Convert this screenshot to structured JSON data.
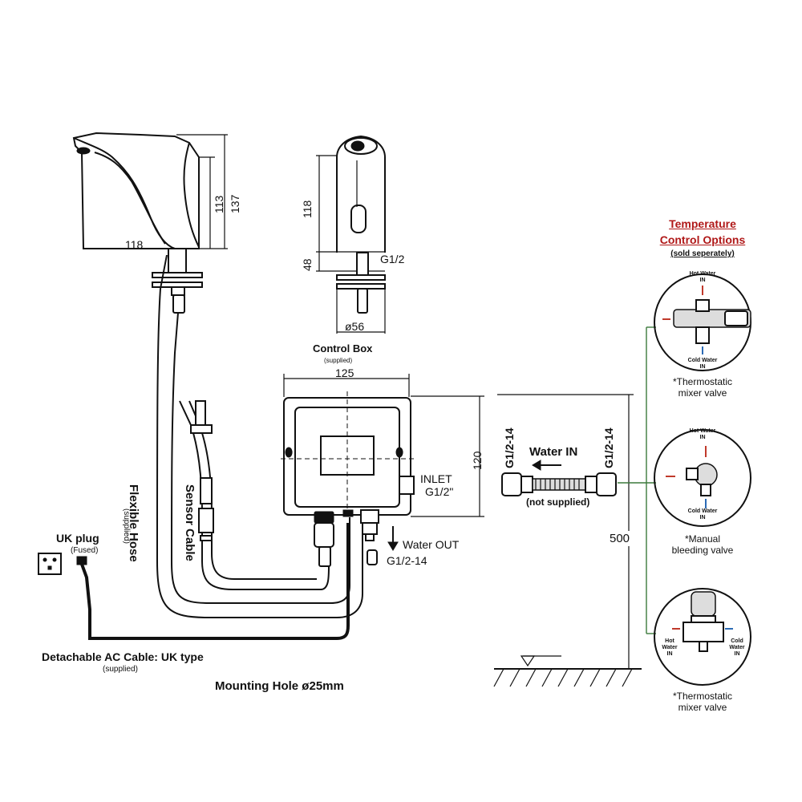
{
  "faucet": {
    "dim_width": "118",
    "dim_body": "113",
    "dim_total": "137"
  },
  "side_view": {
    "dim_height": "118",
    "dim_shank": "48",
    "thread": "G1/2",
    "diameter": "ø56"
  },
  "control_box": {
    "title": "Control Box",
    "note": "(supplied)",
    "dim_width": "125",
    "dim_height": "120",
    "inlet_line1": "INLET",
    "inlet_line2": "G1/2\"",
    "water_out": "Water OUT",
    "out_thread": "G1/2-14"
  },
  "hose_label": {
    "title": "Flexible Hose",
    "note": "(supplied)"
  },
  "sensor_cable": "Sensor Cable",
  "uk_plug": {
    "title": "UK plug",
    "note": "(Fused)"
  },
  "ac_cable": {
    "title": "Detachable AC Cable: UK type",
    "note": "(supplied)"
  },
  "mounting_hole": "Mounting Hole ø25mm",
  "water_in": {
    "title": "Water IN",
    "note": "(not supplied)",
    "thread_left": "G1/2-14",
    "thread_right": "G1/2-14"
  },
  "dim_500": "500",
  "temperature_options": {
    "title_line1": "Temperature",
    "title_line2": "Control Options",
    "note": "(sold seperately)",
    "options": [
      {
        "label_line1": "*Thermostatic",
        "label_line2": "mixer valve",
        "hot_label": "Hot Water",
        "hot_sub": "IN",
        "cold_label": "Cold Water",
        "cold_sub": "IN"
      },
      {
        "label_line1": "*Manual",
        "label_line2": "bleeding valve",
        "hot_label": "Hot Water",
        "hot_sub": "IN",
        "cold_label": "Cold Water",
        "cold_sub": "IN"
      },
      {
        "label_line1": "*Thermostatic",
        "label_line2": "mixer valve",
        "hot_label": "Hot",
        "hot_sub": "Water",
        "hot_sub2": "IN",
        "cold_label": "Cold",
        "cold_sub": "Water",
        "cold_sub2": "IN"
      }
    ]
  },
  "colors": {
    "title_red": "#b01818",
    "green_line": "#3c7a3c",
    "hot_red": "#c0392b",
    "cold_blue": "#2c6bb5"
  }
}
